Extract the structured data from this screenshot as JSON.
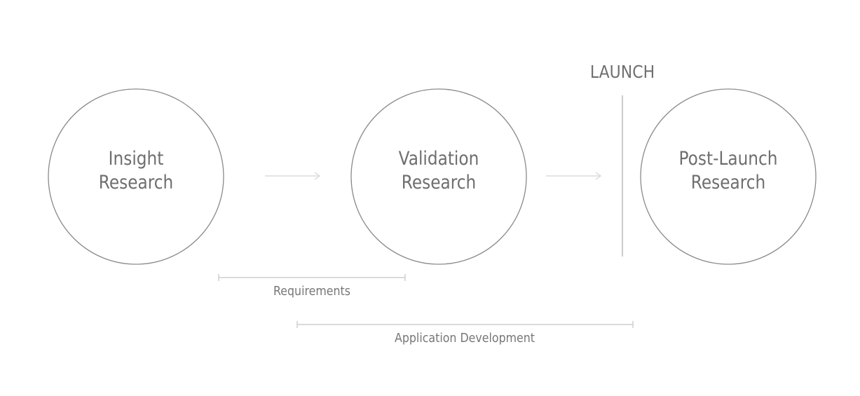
{
  "diagram": {
    "stages": [
      {
        "line1": "Insight",
        "line2": "Research"
      },
      {
        "line1": "Validation",
        "line2": "Research"
      },
      {
        "line1": "Post-Launch",
        "line2": "Research"
      }
    ],
    "milestone": {
      "label": "LAUNCH"
    },
    "ranges": [
      {
        "label": "Requirements"
      },
      {
        "label": "Application Development"
      }
    ],
    "colors": {
      "circle_stroke": "#8a8a8a",
      "arrow": "#dcdcdc",
      "launch_line": "#cccccc",
      "range_line": "#cfcfcf",
      "text": "#6e6e6e"
    }
  }
}
